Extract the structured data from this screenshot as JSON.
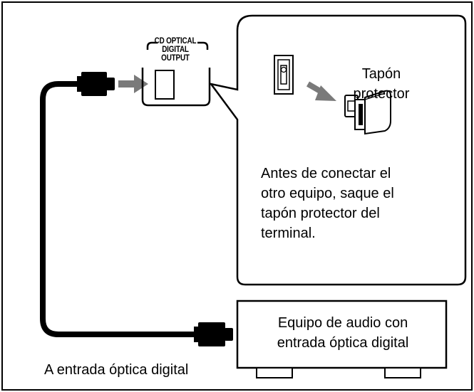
{
  "figure": {
    "jack_label": "CD OPTICAL\nDIGITAL\nOUTPUT",
    "cap_label": "Tapón\nprotector",
    "instruction": "Antes de conectar el\notro equipo, saque el\ntapón protector del\nterminal.",
    "device_label": "Equipo de audio con\nentrada óptica digital",
    "input_label": "A entrada óptica digital"
  },
  "colors": {
    "line": "#000000",
    "arrow": "#7a7a7a",
    "background": "#ffffff"
  }
}
